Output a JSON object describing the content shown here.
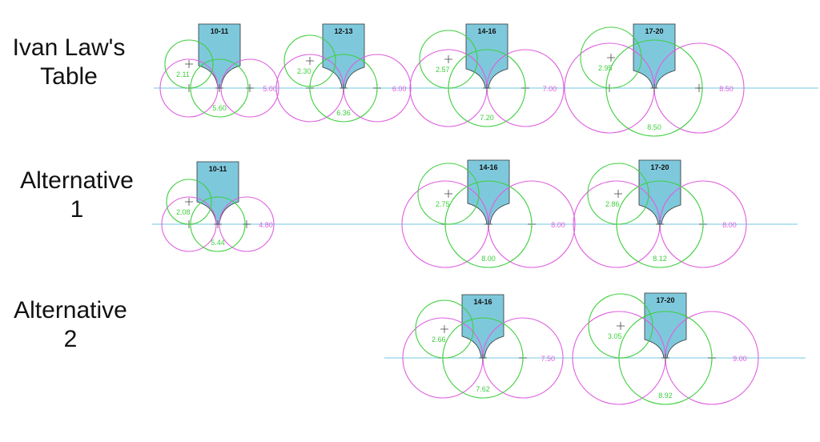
{
  "colors": {
    "background": "#ffffff",
    "tool": "#7ec8dc",
    "tool_stroke": "#333333",
    "green": "#3ecf3e",
    "magenta": "#df5fdf",
    "baseline": "#8fd3e6",
    "label_text": "#111111"
  },
  "rows": [
    {
      "label_line1": "Ivan Law's",
      "label_line2": "Table",
      "groups": [
        {
          "tool": "10-11",
          "green_small": "2.11",
          "green_large": "5.60",
          "magenta": "5.00"
        },
        {
          "tool": "12-13",
          "green_small": "2.30",
          "green_large": "6.36",
          "magenta": "6.00"
        },
        {
          "tool": "14-16",
          "green_small": "2.57",
          "green_large": "7.20",
          "magenta": "7.00"
        },
        {
          "tool": "17-20",
          "green_small": "2.95",
          "green_large": "8.50",
          "magenta": "8.50"
        }
      ]
    },
    {
      "label_line1": "Alternative",
      "label_line2": "1",
      "groups": [
        {
          "tool": "10-11",
          "green_small": "2.08",
          "green_large": "5.44",
          "magenta": "4.80"
        },
        {
          "tool": "14-16",
          "green_small": "2.75",
          "green_large": "8.00",
          "magenta": "8.00"
        },
        {
          "tool": "17-20",
          "green_small": "2.86",
          "green_large": "8.12",
          "magenta": "8.00"
        }
      ]
    },
    {
      "label_line1": "Alternative",
      "label_line2": "2",
      "groups": [
        {
          "tool": "14-16",
          "green_small": "2.66",
          "green_large": "7.62",
          "magenta": "7.50"
        },
        {
          "tool": "17-20",
          "green_small": "3.05",
          "green_large": "8.92",
          "magenta": "9.00"
        }
      ]
    }
  ]
}
